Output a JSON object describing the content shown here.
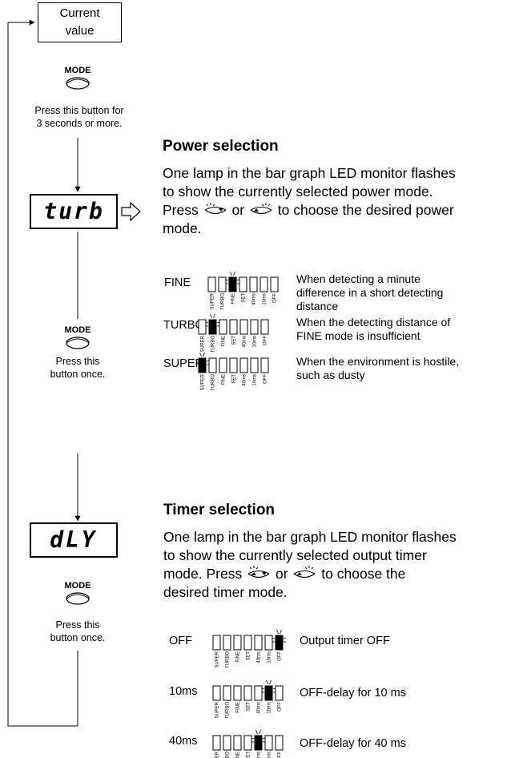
{
  "flow": {
    "current_value": [
      "Current",
      "value"
    ],
    "mode_label": "MODE",
    "press_3s": [
      "Press this button for",
      "3 seconds or more."
    ],
    "display_power": "turb",
    "display_timer": "dLY",
    "press_once": [
      "Press this",
      "button once."
    ]
  },
  "power": {
    "heading": "Power selection",
    "desc_lines": [
      "One lamp in the bar graph LED monitor flashes",
      "to show the currently selected power mode."
    ],
    "press_word": "Press",
    "or_word": "or",
    "press_tail": "to choose the desired power",
    "last_line": "mode.",
    "options": [
      {
        "name": "FINE",
        "lit_index": 2,
        "desc": [
          "When detecting a minute",
          "difference in a short detecting",
          "distance"
        ]
      },
      {
        "name": "TURBO",
        "lit_index": 1,
        "desc": [
          "When the detecting distance of",
          "FINE mode is insufficient"
        ]
      },
      {
        "name": "SUPER",
        "lit_index": 0,
        "desc": [
          "When the environment is hostile,",
          "such as dusty"
        ]
      }
    ]
  },
  "timer": {
    "heading": "Timer selection",
    "desc_lines": [
      "One lamp in the bar graph LED monitor flashes",
      "to show the currently selected output timer"
    ],
    "press_prefix": "mode. Press",
    "or_word": "or",
    "press_tail": "to choose the",
    "last_line": "desired timer mode.",
    "options": [
      {
        "name": "OFF",
        "lit_index": 6,
        "desc": "Output timer OFF"
      },
      {
        "name": "10ms",
        "lit_index": 5,
        "desc": "OFF-delay for 10 ms"
      },
      {
        "name": "40ms",
        "lit_index": 4,
        "desc": "OFF-delay for 40 ms"
      }
    ]
  },
  "led_labels": [
    "SUPER",
    "TURBO",
    "FINE",
    "SET",
    "40ms",
    "10ms",
    "OFF"
  ]
}
